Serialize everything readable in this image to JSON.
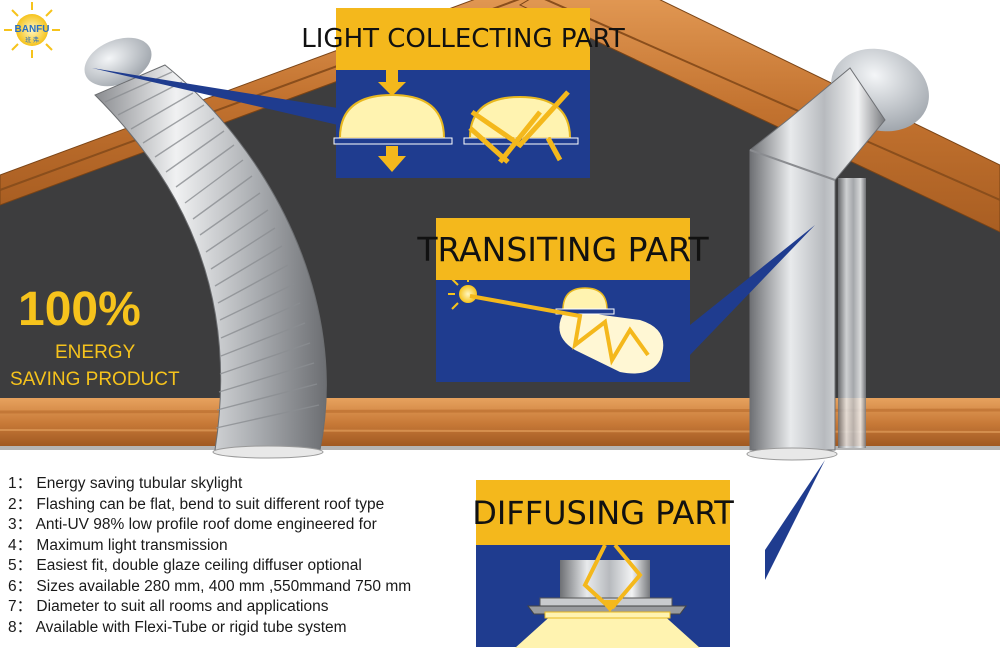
{
  "brand": {
    "logo_name": "BANFU",
    "logo_sub": "班 弗"
  },
  "highlight": {
    "percent": "100%",
    "line1": "ENERGY",
    "line2": "SAVING PRODUCT"
  },
  "panels": {
    "collecting": {
      "title": "LIGHT COLLECTING PART"
    },
    "transiting": {
      "title": "TRANSITING PART"
    },
    "diffusing": {
      "title": "DIFFUSING PART"
    }
  },
  "features": [
    "1：  Energy saving tubular skylight",
    "2：  Flashing can be flat, bend to suit different roof type",
    "3：  Anti-UV 98% low profile roof dome engineered for",
    "4：  Maximum light transmission",
    "5：  Easiest fit, double glaze ceiling diffuser optional",
    "6：  Sizes available 280 mm, 400 mm ,550mmand 750 mm",
    "7：  Diameter to suit all rooms and applications",
    "8：  Available with Flexi-Tube or rigid tube system"
  ],
  "colors": {
    "roof_wood": "#c77a36",
    "attic_wall": "#3d3d3e",
    "panel_blue": "#1f3c8f",
    "title_yellow": "#f4b81c",
    "light_yellow": "#fff3b0",
    "arrow_yellow": "#f4b81c"
  }
}
